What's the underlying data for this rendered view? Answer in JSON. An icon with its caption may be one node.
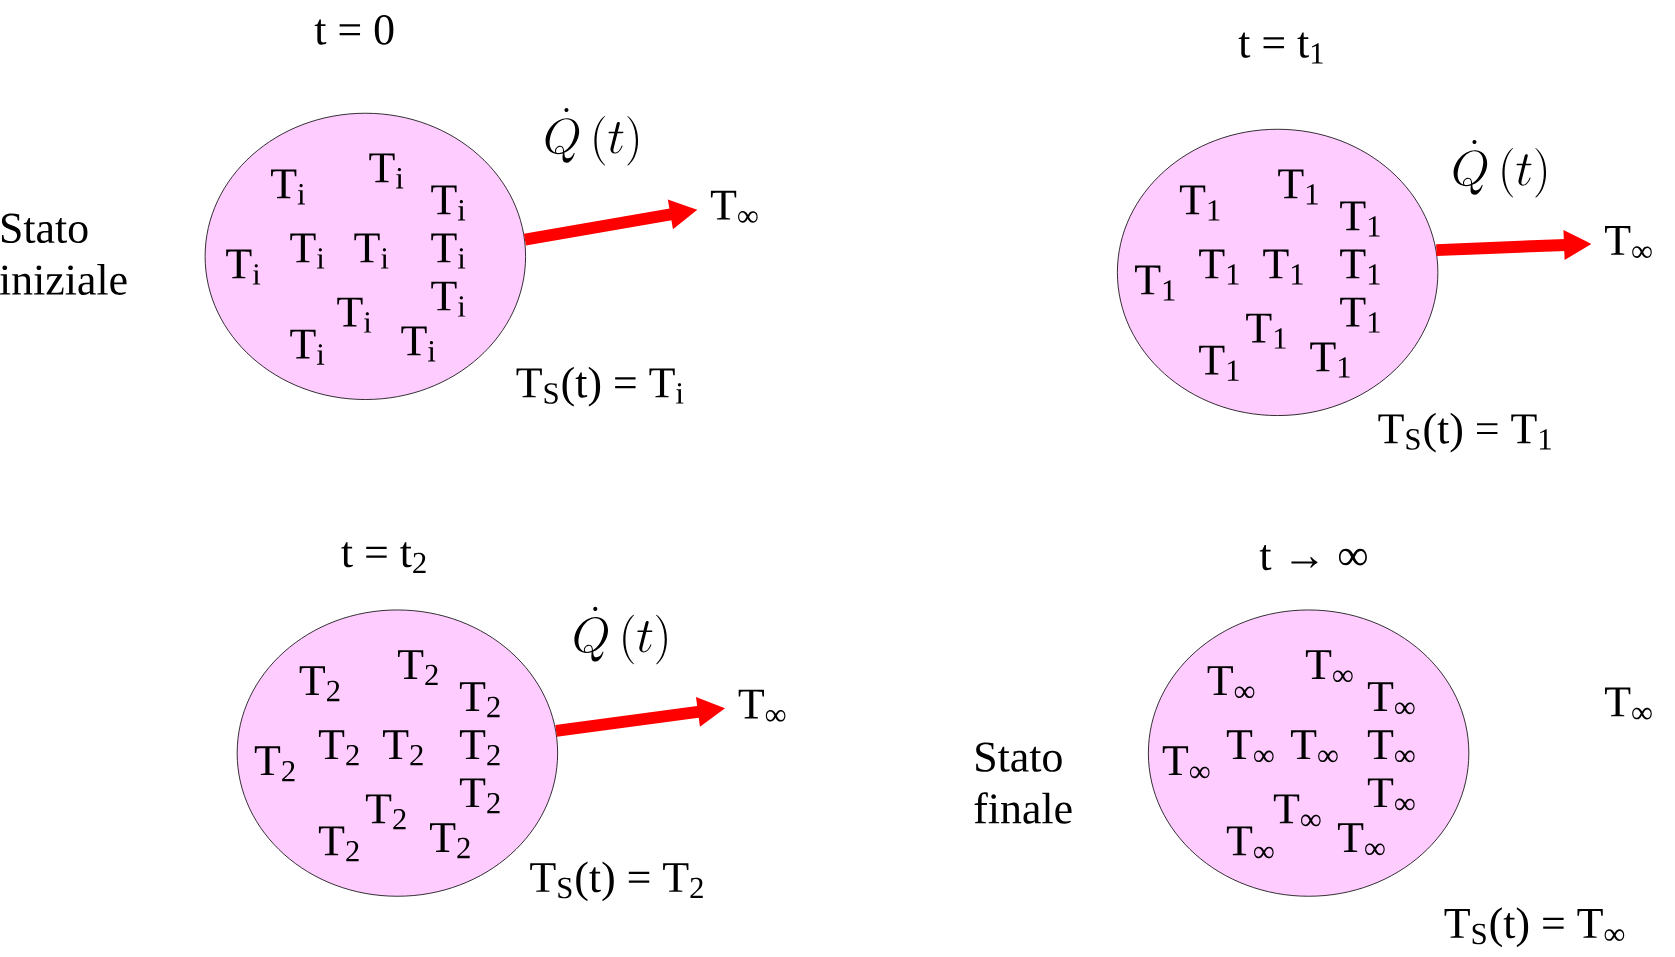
{
  "diagram": {
    "nodes": [
      {
        "text": [
          "T$_{i}$",
          "T$_{i}$",
          "T$_{i}$",
          "T$_{i}$",
          "T$_{i}$",
          "T$_{i}$",
          "T$_{i}$",
          "T$_{i}$",
          "T$_{i}$",
          "T$_{i}$",
          "T$_{i}$"
        ],
        "beside": [
          "t = 0",
          "Stato iniziale",
          "T$_{S}$(t) = T$_{i}$"
        ]
      },
      {
        "text": [
          "T$_{∞}$"
        ]
      },
      {
        "text": [
          "T$_{1}$",
          "T$_{1}$",
          "T$_{1}$",
          "T$_{1}$",
          "T$_{1}$",
          "T$_{1}$",
          "T$_{1}$",
          "T$_{1}$",
          "T$_{1}$",
          "T$_{1}$",
          "T$_{1}$"
        ],
        "beside": [
          "t = t$_{1}$",
          "T$_{S}$(t) = T$_{1}$"
        ]
      },
      {
        "text": [
          "T$_{∞}$"
        ]
      },
      {
        "text": [
          "T$_{2}$",
          "T$_{2}$",
          "T$_{2}$",
          "T$_{2}$",
          "T$_{2}$",
          "T$_{2}$",
          "T$_{2}$",
          "T$_{2}$",
          "T$_{2}$",
          "T$_{2}$",
          "T$_{2}$"
        ],
        "beside": [
          "t = t$_{2}$",
          "T$_{S}$(t) = T$_{2}$"
        ]
      },
      {
        "text": [
          "T$_{∞}$"
        ]
      },
      {
        "text": [
          "T$_{∞}$",
          "T$_{∞}$",
          "T$_{∞}$",
          "T$_{∞}$",
          "T$_{∞}$",
          "T$_{∞}$",
          "T$_{∞}$",
          "T$_{∞}$",
          "T$_{∞}$",
          "T$_{∞}$",
          "T$_{∞}$"
        ],
        "beside": [
          "t → ∞",
          "Stato finale",
          "T$_{S}$(t) = T$_{∞}$"
        ]
      }
    ],
    "edges": [
      {
        "from": 0,
        "to": 1,
        "arrow": "to",
        "label": "\\dot{Q}\\left(t\\right)"
      },
      {
        "from": 2,
        "to": 3,
        "arrow": "to",
        "label": "\\dot{Q}\\left(t\\right)"
      },
      {
        "from": 4,
        "to": 5,
        "arrow": "to",
        "label": "\\dot{Q}\\left(t\\right)"
      }
    ],
    "labels": [
      "T$_{∞}$"
    ]
  }
}
